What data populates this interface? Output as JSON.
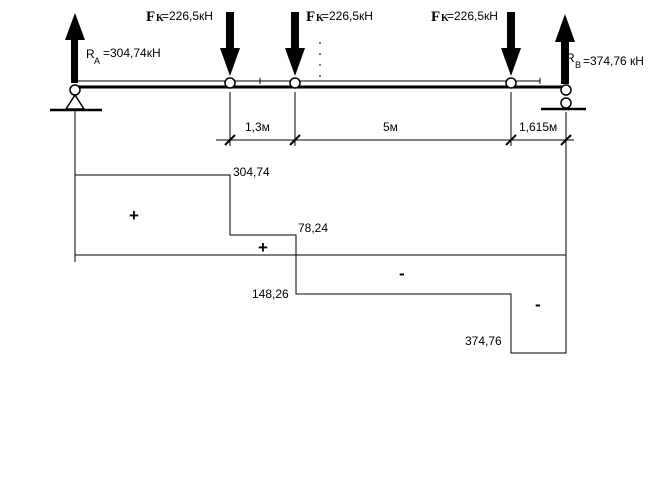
{
  "beam": {
    "reaction_a": {
      "symbol": "R",
      "sub": "A",
      "value": "=304,74кН"
    },
    "reaction_b": {
      "symbol": "R",
      "sub": "B",
      "value": "=374,76 кН"
    },
    "loads": [
      {
        "symbol": "F",
        "sub": "K",
        "value": " =226,5кН"
      },
      {
        "symbol": "F",
        "sub": "K",
        "value": " =226,5кН"
      },
      {
        "symbol": "F",
        "sub": "K",
        "value": " =226,5кН"
      }
    ]
  },
  "dimensions": [
    "1,3м",
    "5м",
    "1,615м"
  ],
  "shear_diagram": {
    "values": [
      "304,74",
      "78,24",
      "148,26",
      "374,76"
    ],
    "signs": [
      "+",
      "+",
      "-",
      "-"
    ]
  }
}
